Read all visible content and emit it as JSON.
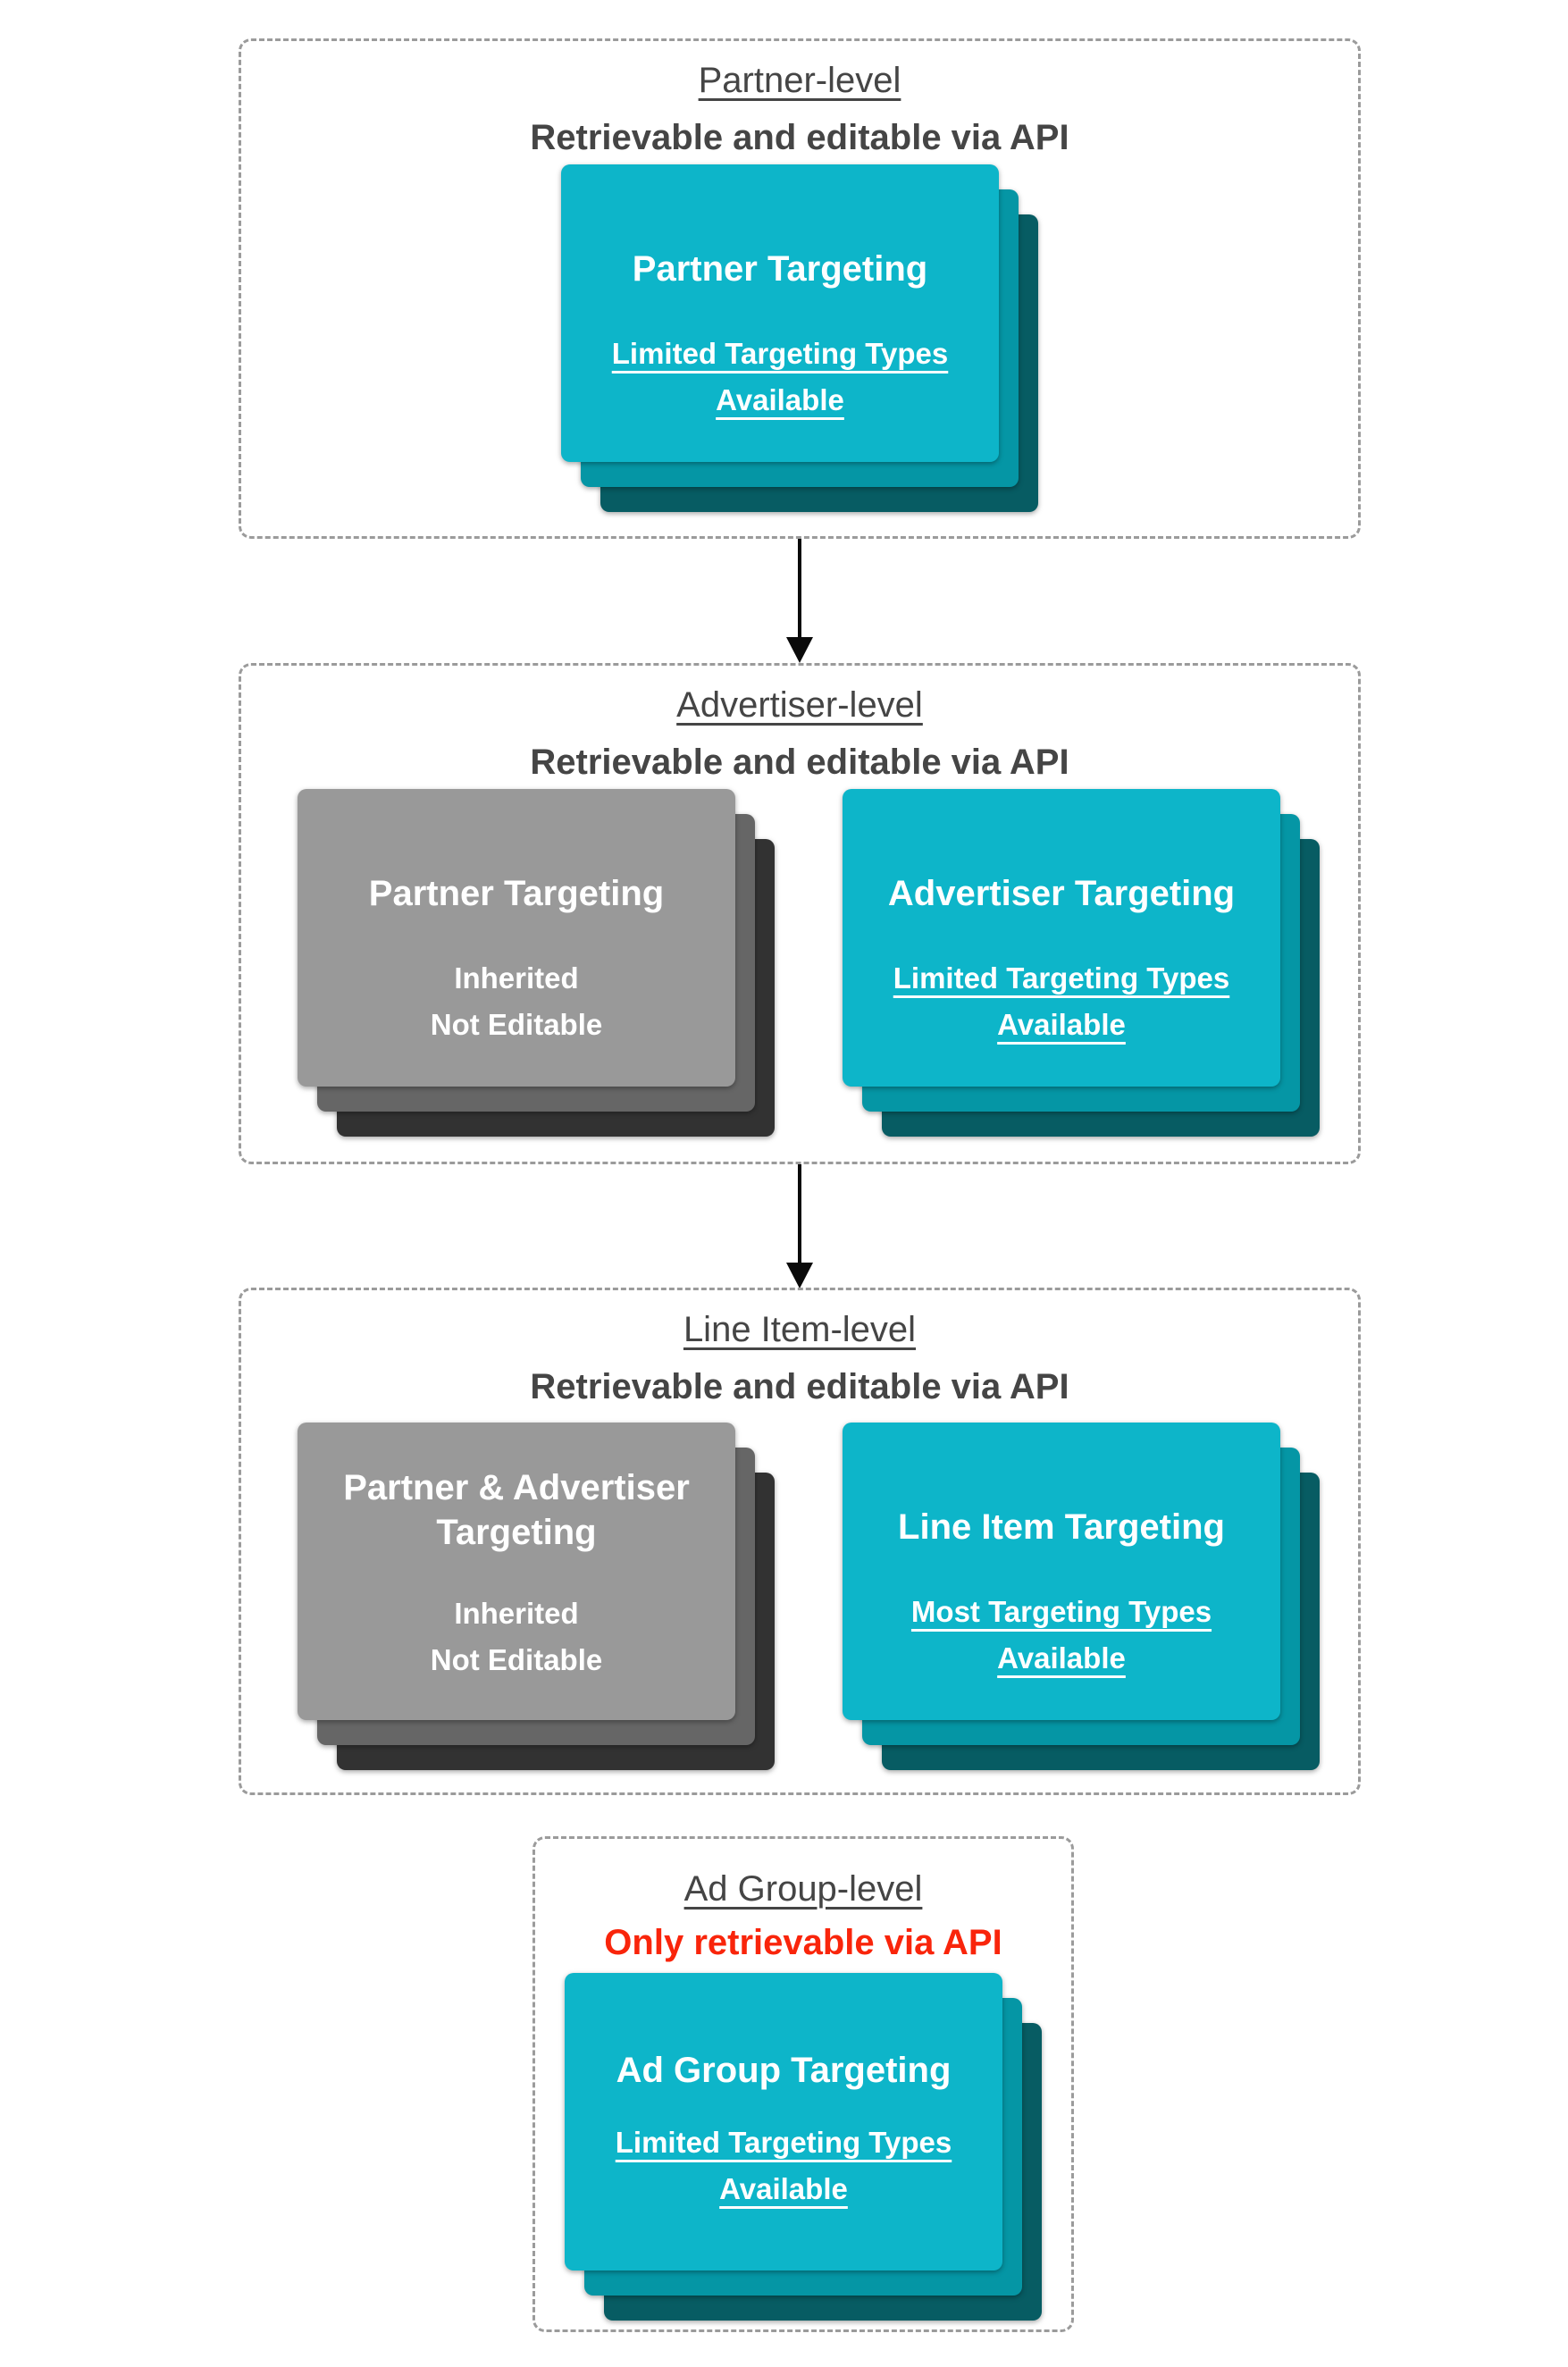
{
  "colors": {
    "background": "#ffffff",
    "heading_text": "#454545",
    "red_text": "#f9250b",
    "box_border": "#9b9b9b",
    "arrow": "#0a0a0a",
    "card_text": "#ffffff",
    "teal_front": "#0db5c9",
    "teal_mid": "#0596a5",
    "teal_back": "#075c63",
    "gray_front": "#999999",
    "gray_mid": "#666666",
    "gray_back": "#323232"
  },
  "sections": [
    {
      "title": "Partner-level",
      "subtitle": "Retrievable and editable via API",
      "cards": [
        {
          "variant": "teal",
          "title_lines": [
            "Partner Targeting"
          ],
          "body_lines": [
            "Limited Targeting Types",
            "Available"
          ],
          "body_underlined": true
        }
      ]
    },
    {
      "title": "Advertiser-level",
      "subtitle": "Retrievable and editable via API",
      "cards": [
        {
          "variant": "gray",
          "title_lines": [
            "Partner Targeting"
          ],
          "body_lines": [
            "Inherited",
            "Not Editable"
          ],
          "body_underlined": false
        },
        {
          "variant": "teal",
          "title_lines": [
            "Advertiser Targeting"
          ],
          "body_lines": [
            "Limited Targeting Types",
            "Available"
          ],
          "body_underlined": true
        }
      ]
    },
    {
      "title": "Line Item-level",
      "subtitle": "Retrievable and editable via API",
      "cards": [
        {
          "variant": "gray",
          "title_lines": [
            "Partner & Advertiser",
            "Targeting"
          ],
          "body_lines": [
            "Inherited",
            "Not Editable"
          ],
          "body_underlined": false
        },
        {
          "variant": "teal",
          "title_lines": [
            "Line Item Targeting"
          ],
          "body_lines": [
            "Most Targeting Types",
            "Available"
          ],
          "body_underlined": true
        }
      ]
    },
    {
      "title": "Ad Group-level",
      "subtitle": "Only retrievable via API",
      "subtitle_emphasis": "red",
      "cards": [
        {
          "variant": "teal",
          "title_lines": [
            "Ad Group Targeting"
          ],
          "body_lines": [
            "Limited Targeting Types",
            "Available"
          ],
          "body_underlined": true
        }
      ]
    }
  ]
}
